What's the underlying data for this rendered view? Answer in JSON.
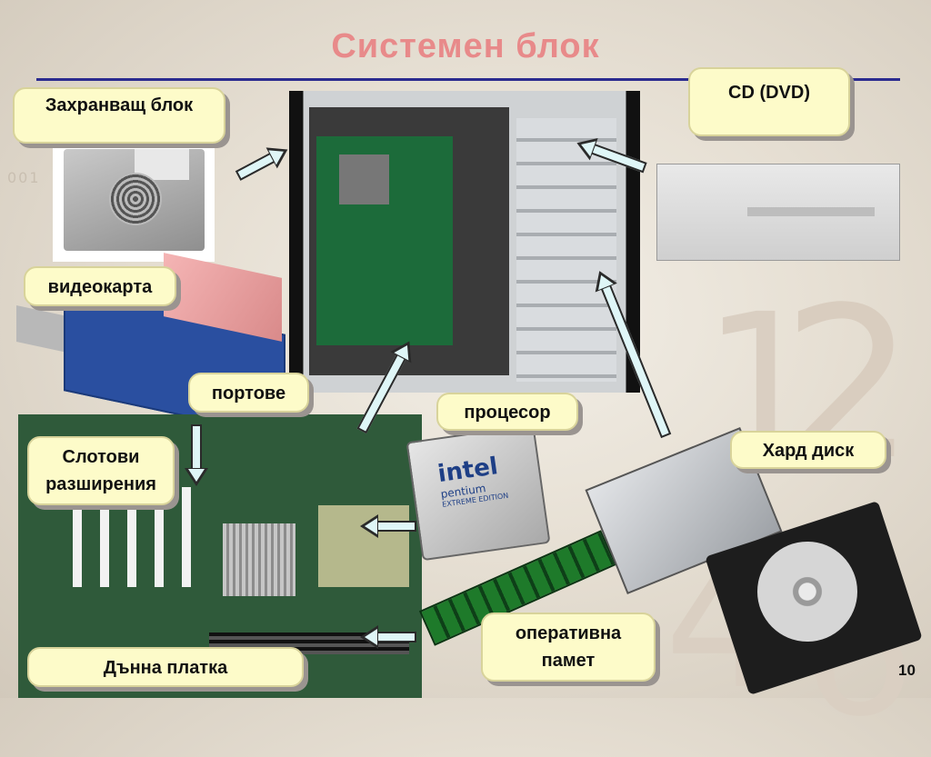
{
  "slide": {
    "title": "Системен блок",
    "page_number": "10",
    "decor": {
      "code": "001",
      "d1": "1",
      "d2": "2",
      "d4": "4",
      "d6": "6"
    }
  },
  "labels": {
    "psu": "Захранващ блок",
    "cd_dvd": "CD (DVD)",
    "video_card": "видеокарта",
    "ports": "портове",
    "processor": "процесор",
    "hard_disk": "Хард диск",
    "expansion_slots": "Слотови разширения",
    "ram": "оперативна памет",
    "motherboard": "Дънна платка"
  },
  "cpu_branding": {
    "brand": "intel",
    "model": "pentium",
    "edition": "EXTREME EDITION"
  },
  "colors": {
    "title": "#e88a8a",
    "rule": "#2b2b8f",
    "callout_bg": "#fdfbc9",
    "arrow_fill": "#dff6f7"
  }
}
